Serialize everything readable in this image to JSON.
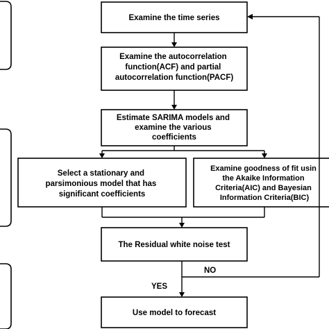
{
  "flowchart": {
    "steps": {
      "examine_series": [
        "Examine the time series"
      ],
      "examine_acf": [
        "Examine the autocorrelation",
        "function(ACF) and partial",
        "autocorrelation function(PACF)"
      ],
      "estimate_sarima": [
        "Estimate SARIMA models and",
        "examine the various",
        "coefficients"
      ],
      "select_model": [
        "Select a stationary and",
        "parsimonious model that has",
        "significant coefficients"
      ],
      "goodness_of_fit": [
        "Examine goodness of fit usin",
        "the Akaike Information",
        "Criteria(AIC) and Bayesian",
        "Information Criteria(BIC)"
      ],
      "residual_test": [
        "The Residual white noise test"
      ],
      "forecast": [
        "Use model to forecast"
      ]
    },
    "edge_labels": {
      "no": "NO",
      "yes": "YES"
    }
  }
}
